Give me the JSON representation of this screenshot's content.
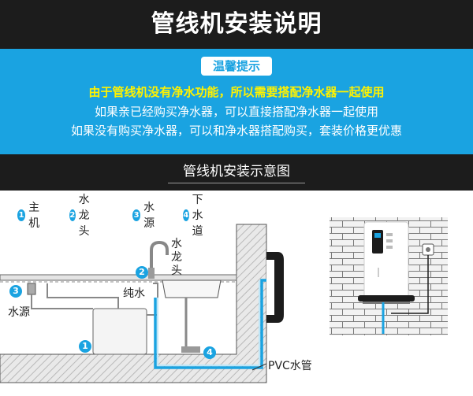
{
  "header": {
    "title": "管线机安装说明"
  },
  "tips": {
    "badge": "温馨提示",
    "line1": "由于管线机没有净水功能，所以需要搭配净水器一起使用",
    "line2": "如果亲已经购买净水器，可以直接搭配净水器一起使用",
    "line3": "如果没有购买净水器，可以和净水器搭配购买，套装价格更优惠"
  },
  "diagram_section": {
    "title": "管线机安装示意图"
  },
  "legend": [
    {
      "num": "1",
      "label": "主机"
    },
    {
      "num": "2",
      "label": "水龙头"
    },
    {
      "num": "3",
      "label": "水源"
    },
    {
      "num": "4",
      "label": "下水道"
    }
  ],
  "labels": {
    "faucet_v": [
      "水",
      "龙",
      "头"
    ],
    "pure_water": "纯水",
    "water_source": "水源",
    "pvc_pipe": "PVC水管",
    "n1": "1",
    "n2": "2",
    "n3": "3",
    "n4": "4"
  },
  "colors": {
    "dark": "#1c1c1c",
    "accent": "#1aa3e1",
    "highlight": "#fff200"
  }
}
